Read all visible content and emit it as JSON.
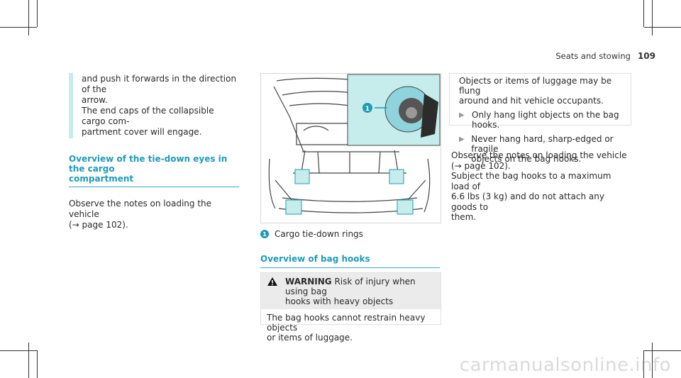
{
  "header": {
    "section": "Seats and stowing",
    "page_number": "109"
  },
  "col1": {
    "note_line1": "and push it forwards in the direction of the",
    "note_line2": "arrow.",
    "note_line3": "The end caps of the collapsible cargo com-",
    "note_line4": "partment cover will engage.",
    "heading_line1": "Overview of the tie-down eyes in the cargo",
    "heading_line2": "compartment",
    "body_line1": "Observe the notes on loading the vehicle",
    "body_line2": "(→ page 102)."
  },
  "figure": {
    "callout_number": "1",
    "caption": "Cargo tie-down rings"
  },
  "col2": {
    "heading": "Overview of bag hooks",
    "warning_label": "WARNING",
    "warning_line1": "Risk of injury when using bag",
    "warning_line2": "hooks with heavy objects",
    "warning_body_line1": "The bag hooks cannot restrain heavy objects",
    "warning_body_line2": "or items of luggage."
  },
  "col3": {
    "box_line1": "Objects or items of luggage may be flung",
    "box_line2": "around and hit vehicle occupants.",
    "bullet1_line1": "Only hang light objects on the bag",
    "bullet1_line2": "hooks.",
    "bullet2_line1": "Never hang hard, sharp-edged or fragile",
    "bullet2_line2": "objects on the bag hooks.",
    "para1_line1": "Observe the notes on loading the vehicle",
    "para1_line2": "(→ page 102).",
    "para2_line1": "Subject the bag hooks to a maximum load of",
    "para2_line2": "6.6 lbs (3 kg) and do not attach any goods to",
    "para2_line3": "them."
  },
  "watermark": "carmanualsonline.info",
  "colors": {
    "accent": "#1f9bb7",
    "highlight": "#c6ecec",
    "warning_bg": "#ebebeb"
  }
}
